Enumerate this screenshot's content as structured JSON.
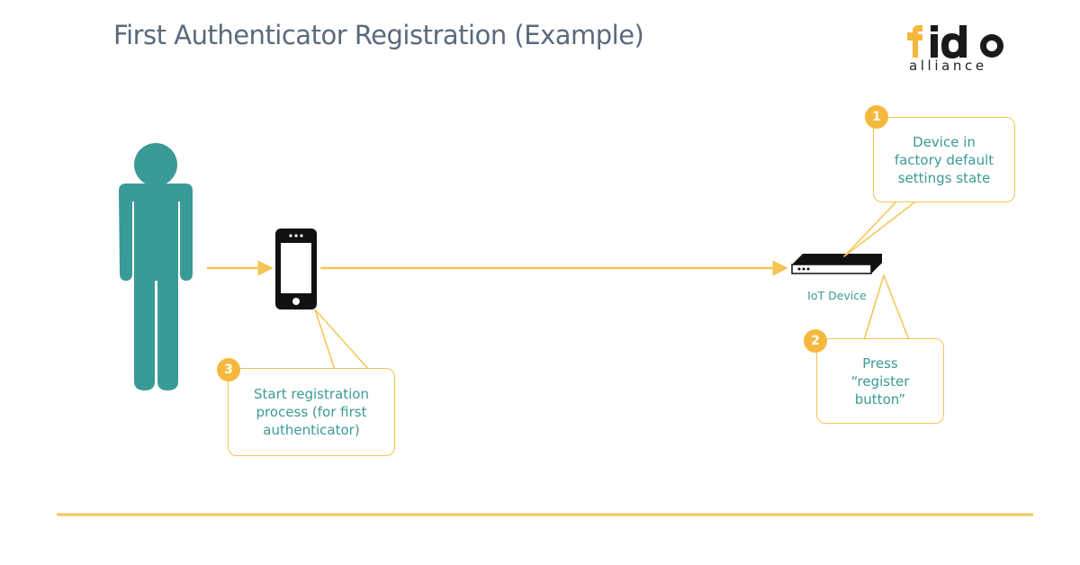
{
  "title": "First Authenticator Registration (Example)",
  "logo": {
    "wordmark": "fido",
    "subtext": "alliance",
    "accent_color": "#f5b83d"
  },
  "diagram": {
    "actor_icon": "person-icon",
    "phone_icon": "smartphone-icon",
    "device_icon": "iot-router-icon",
    "device_label": "IoT Device",
    "callouts": [
      {
        "number": "1",
        "text": "Device in\nfactory default\nsettings state"
      },
      {
        "number": "2",
        "text": "Press\n“register\nbutton”"
      },
      {
        "number": "3",
        "text": "Start registration\nprocess (for first\nauthenticator)"
      }
    ]
  },
  "colors": {
    "person": "#3a9a97",
    "arrow": "#f5c453",
    "callout_border": "#f5c453",
    "callout_text": "#3a9a97",
    "title": "#5a6a7c"
  }
}
